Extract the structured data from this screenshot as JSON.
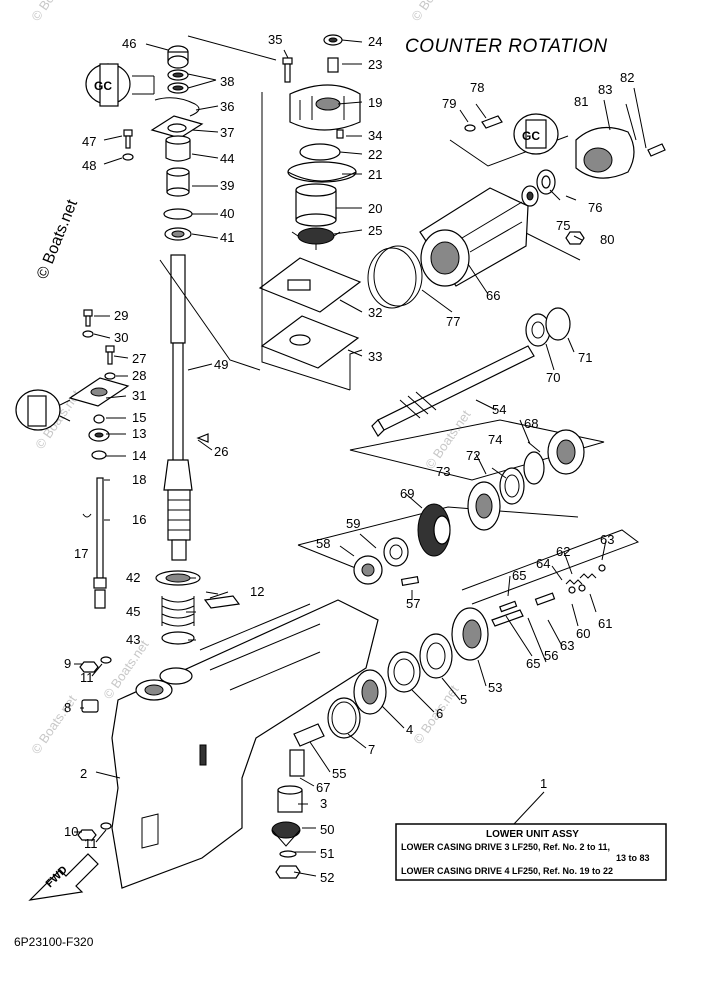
{
  "header": {
    "title": "COUNTER ROTATION"
  },
  "watermark": {
    "brand": "© Boats.net",
    "small": "© Boats.net"
  },
  "footer": {
    "code": "6P23100-F320"
  },
  "fwd_label": "FWD",
  "note_box": {
    "title": "LOWER UNIT ASSY",
    "line1": "LOWER CASING DRIVE 3 LF250, Ref. No. 2 to 11,",
    "line2": "13 to 83",
    "line3": "LOWER CASING DRIVE 4 LF250, Ref. No. 19 to 22",
    "callout": "1"
  },
  "callouts": {
    "c2": "2",
    "c3": "3",
    "c4": "4",
    "c5": "5",
    "c6": "6",
    "c7": "7",
    "c8": "8",
    "c9": "9",
    "c10": "10",
    "c11a": "11",
    "c11b": "11",
    "c12": "12",
    "c13": "13",
    "c14": "14",
    "c15": "15",
    "c16": "16",
    "c17": "17",
    "c18": "18",
    "c19": "19",
    "c20": "20",
    "c21": "21",
    "c22": "22",
    "c23": "23",
    "c24": "24",
    "c25": "25",
    "c26": "26",
    "c27": "27",
    "c28": "28",
    "c29": "29",
    "c30": "30",
    "c31": "31",
    "c32": "32",
    "c33": "33",
    "c34": "34",
    "c35": "35",
    "c36": "36",
    "c37": "37",
    "c38": "38",
    "c39": "39",
    "c40": "40",
    "c41": "41",
    "c42": "42",
    "c43": "43",
    "c44": "44",
    "c45": "45",
    "c46": "46",
    "c47": "47",
    "c48": "48",
    "c49": "49",
    "c50": "50",
    "c51": "51",
    "c52": "52",
    "c53": "53",
    "c54": "54",
    "c55": "55",
    "c56": "56",
    "c57": "57",
    "c58": "58",
    "c59": "59",
    "c60": "60",
    "c61": "61",
    "c62": "62",
    "c63a": "63",
    "c63b": "63",
    "c64": "64",
    "c65a": "65",
    "c65b": "65",
    "c66": "66",
    "c67": "67",
    "c68": "68",
    "c69": "69",
    "c70": "70",
    "c71": "71",
    "c72": "72",
    "c73": "73",
    "c74": "74",
    "c75": "75",
    "c76": "76",
    "c77": "77",
    "c78": "78",
    "c79": "79",
    "c80": "80",
    "c81": "81",
    "c82": "82",
    "c83": "83"
  },
  "icons": {
    "grease_a": "grease-symbol-icon",
    "grease_b": "grease-symbol-icon",
    "grease_c": "grease-symbol-icon"
  }
}
